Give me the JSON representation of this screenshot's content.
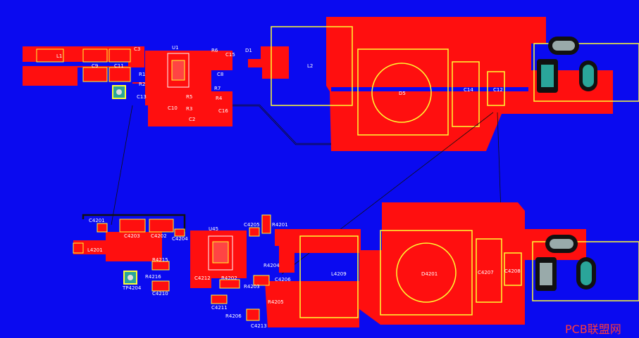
{
  "watermark": "PCB联盟网",
  "colors": {
    "background": "#0a0af0",
    "copper": "#ff0f0f",
    "silkscreen": "#ffff33",
    "pad_teal": "#2aa59a",
    "outline": "#111111"
  },
  "top_labels": {
    "l1": "L1",
    "c9": "C9",
    "c11": "C11",
    "c8": "C8",
    "c10": "C10",
    "c13": "C13",
    "r1": "R1",
    "r2": "R2",
    "r3": "R3",
    "r4": "R4",
    "r5": "R5",
    "r6": "R6",
    "r7": "R7",
    "c15": "C15",
    "c16": "C16",
    "c2": "C2",
    "c3": "C3",
    "d1": "D1",
    "u1": "U1",
    "l2": "L2",
    "d5": "D5",
    "c14": "C14",
    "c12": "C12"
  },
  "bottom_labels": {
    "c4201": "C4201",
    "c4203": "C4203",
    "c4202": "C4202",
    "c4204": "C4204",
    "l4201": "L4201",
    "r4215": "R4215",
    "r4216": "R4216",
    "tp4204": "TP4204",
    "c4210": "C4210",
    "u45": "U45",
    "c4205": "C4205",
    "r4201": "R4201",
    "r4202": "R4202",
    "c4212": "C4212",
    "c4211": "C4211",
    "r4203": "R4203",
    "r4204": "R4204",
    "c4206": "C4206",
    "c4213": "C4213",
    "r4205": "R4205",
    "r4206": "R4206",
    "l4209": "L4209",
    "d4201": "D4201",
    "c4207": "C4207",
    "c4208": "C4208"
  }
}
